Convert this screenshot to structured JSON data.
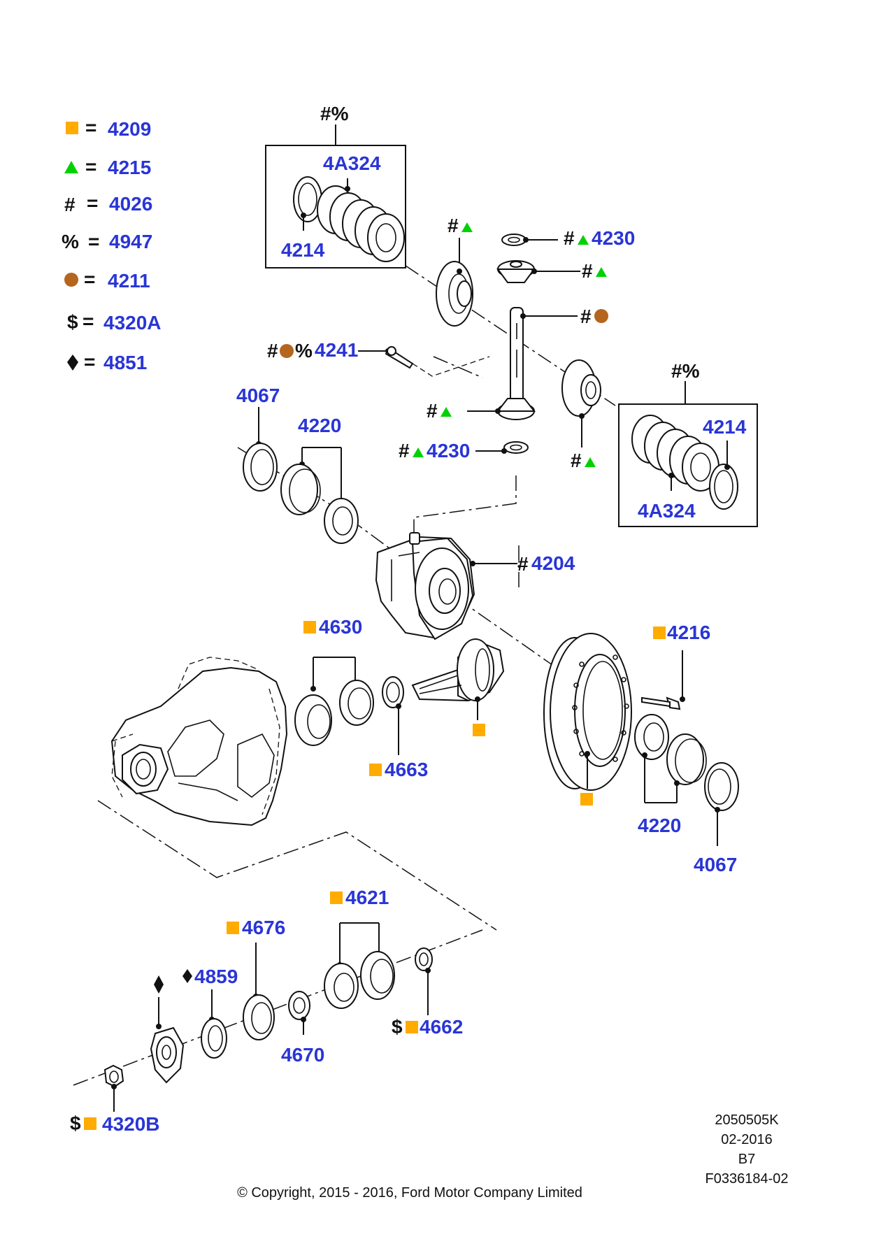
{
  "legend": [
    {
      "symbol": "square",
      "color": "#ffab00",
      "value": "4209"
    },
    {
      "symbol": "triangle",
      "color": "#00d100",
      "value": "4215"
    },
    {
      "symbol": "#",
      "color": "#111111",
      "value": "4026"
    },
    {
      "symbol": "%",
      "color": "#111111",
      "value": "4947"
    },
    {
      "symbol": "circle",
      "color": "#b5651d",
      "value": "4211"
    },
    {
      "symbol": "$",
      "color": "#111111",
      "value": "4320A"
    },
    {
      "symbol": "diamond",
      "color": "#111111",
      "value": "4851"
    }
  ],
  "legend_equals": "=",
  "colors": {
    "label": "#2a35d6",
    "square": "#ffab00",
    "triangle": "#00d100",
    "circle": "#b5651d",
    "line": "#111111"
  },
  "labels": {
    "l_4a324_top": "4A324",
    "l_4214_top": "4214",
    "l_hash_pct_top": "#%",
    "l_4230_top": "4230",
    "l_4241": "4241",
    "l_4067_left": "4067",
    "l_4220_top": "4220",
    "l_4230_bot": "4230",
    "l_hash_pct_right": "#%",
    "l_4214_right": "4214",
    "l_4a324_right": "4A324",
    "l_4204": "4204",
    "l_4630": "4630",
    "l_4216": "4216",
    "l_4663": "4663",
    "l_4220_bot": "4220",
    "l_4067_right": "4067",
    "l_4621": "4621",
    "l_4676": "4676",
    "l_4859": "4859",
    "l_4662": "4662",
    "l_4670": "4670",
    "l_4320b": "4320B"
  },
  "symbols": {
    "hash": "#",
    "hash_pct": "#%",
    "dollar": "$"
  },
  "footer": {
    "copyright": "© Copyright, 2015 - 2016, Ford Motor Company Limited",
    "code1": "2050505K",
    "code2": "02-2016",
    "code3": "B7",
    "code4": "F0336184-02"
  }
}
